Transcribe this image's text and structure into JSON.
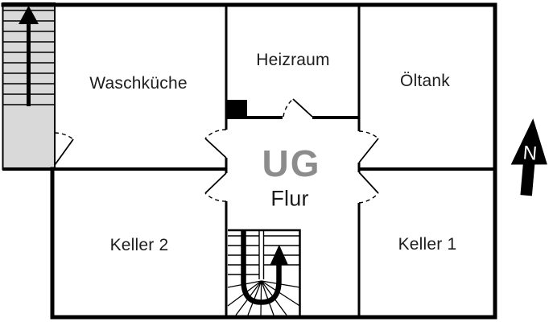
{
  "plan": {
    "level_label": "UG",
    "rooms": [
      {
        "id": "waschkueche",
        "label": "Waschküche"
      },
      {
        "id": "heizraum",
        "label": "Heizraum"
      },
      {
        "id": "oeltank",
        "label": "Öltank"
      },
      {
        "id": "flur",
        "label": "Flur",
        "level": "UG"
      },
      {
        "id": "keller2",
        "label": "Keller 2"
      },
      {
        "id": "keller1",
        "label": "Keller 1"
      }
    ],
    "compass": {
      "label": "N"
    },
    "icons": {
      "north_arrow": "▲",
      "stairs_up_arrow": "↑",
      "stairs_uturn_arrow": "⮌"
    },
    "colors": {
      "background": "#ffffff",
      "wall": "#000000",
      "stair_fill": "#d9d9d9",
      "level_text": "#8c8c8c",
      "label_text": "#1c1c1c",
      "compass_letter": "#ffffff"
    }
  }
}
